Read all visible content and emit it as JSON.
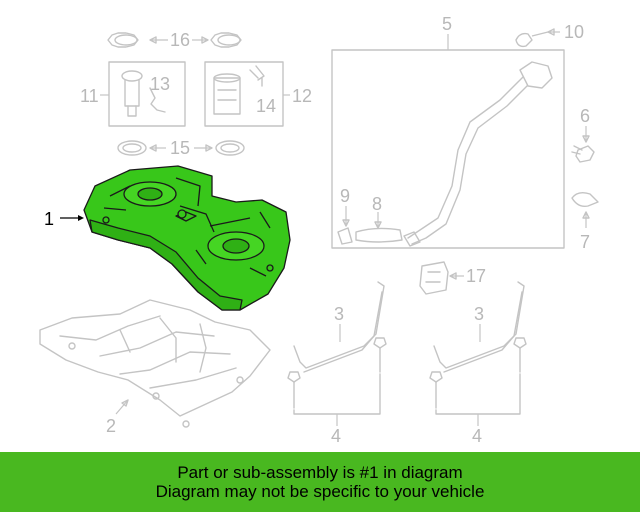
{
  "diagram": {
    "callouts": {
      "c1": "1",
      "c2": "2",
      "c3a": "3",
      "c3b": "3",
      "c4a": "4",
      "c4b": "4",
      "c5": "5",
      "c6": "6",
      "c7": "7",
      "c8": "8",
      "c9": "9",
      "c10": "10",
      "c11": "11",
      "c12": "12",
      "c13": "13",
      "c14": "14",
      "c15": "15",
      "c16": "16",
      "c17": "17"
    },
    "colors": {
      "highlight_part": "#38c71a",
      "ghost_line": "#c4c4c4",
      "banner": "#49b820"
    }
  },
  "banner": {
    "line1": "Part or sub-assembly is #1 in diagram",
    "line2": "Diagram may not be specific to your vehicle"
  }
}
